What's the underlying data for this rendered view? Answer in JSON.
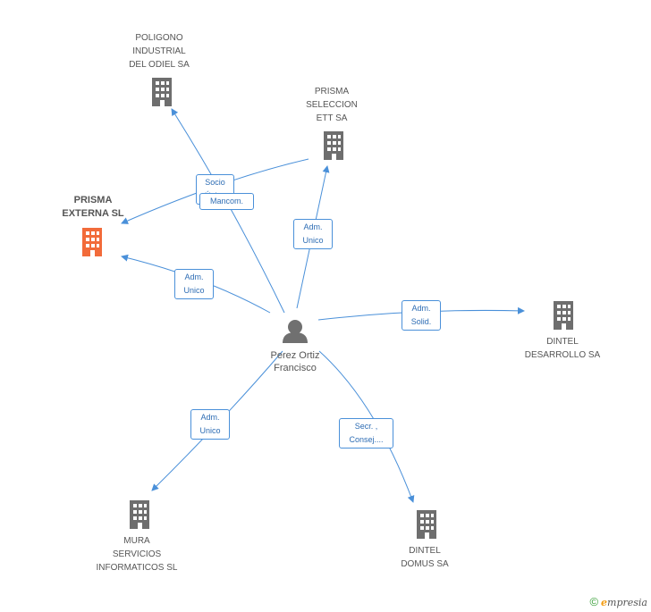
{
  "nodes": {
    "poligono": {
      "label": "POLIGONO\nINDUSTRIAL\nDEL ODIEL SA"
    },
    "prisma_seleccion": {
      "label": "PRISMA\nSELECCION\nETT SA"
    },
    "prisma_externa": {
      "label": "PRISMA\nEXTERNA SL"
    },
    "person": {
      "label": "Perez Ortiz\nFrancisco"
    },
    "dintel_desarrollo": {
      "label": "DINTEL\nDESARROLLO SA"
    },
    "mura": {
      "label": "MURA\nSERVICIOS\nINFORMATICOS SL"
    },
    "dintel_domus": {
      "label": "DINTEL\nDOMUS SA"
    }
  },
  "edges": {
    "socio_unico": "Socio\nÚnico",
    "mancom": "Mancom.",
    "adm_unico_seleccion": "Adm.\nUnico",
    "adm_unico_externa": "Adm.\nUnico",
    "adm_solid": "Adm.\nSolid.",
    "adm_unico_mura": "Adm.\nUnico",
    "secr_consej": "Secr. ,\nConsej...."
  },
  "colors": {
    "building_default": "#6e6e6e",
    "building_highlight": "#f26b3a",
    "edge": "#4a90d9",
    "person": "#707070"
  },
  "footer": {
    "copyright": "©",
    "brand_initial": "e",
    "brand_rest": "mpresia"
  }
}
